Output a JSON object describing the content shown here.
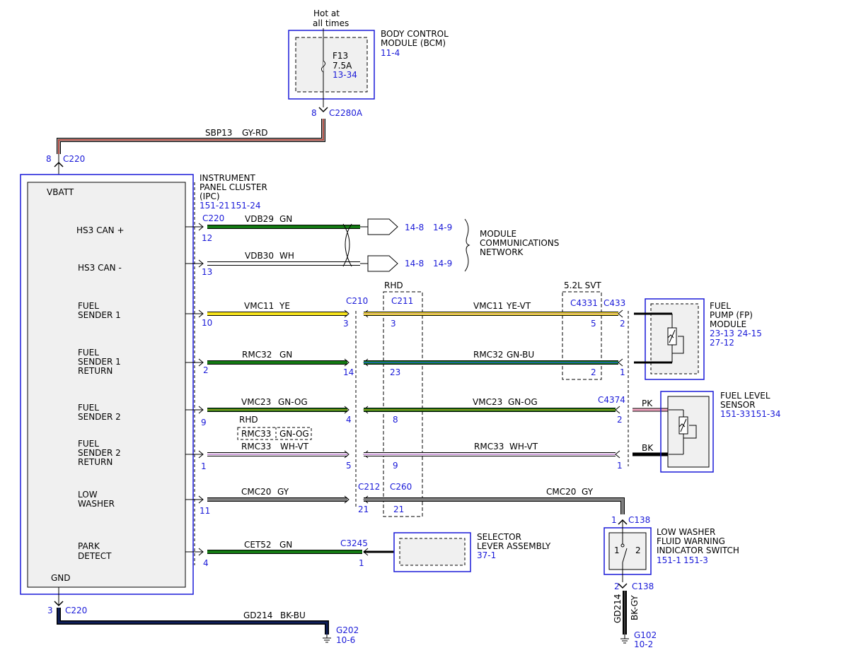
{
  "colors": {
    "link_blue": "#1a1ad8",
    "gn": "#137a13",
    "ye": "#f5e21b",
    "gy": "#808080",
    "bk": "#000000",
    "gy_rd": "#c0392b",
    "pk": "#f7a9c4",
    "bu": "#1e64c8",
    "vt": "#c080d0",
    "og": "#f0a020",
    "wh": "#ffffff",
    "bk_bu": "#0f1f5a"
  },
  "header": {
    "hot_line1": "Hot at",
    "hot_line2": "all times",
    "bcm_line1": "BODY CONTROL",
    "bcm_line2": "MODULE (BCM)",
    "bcm_ref": "11-4",
    "fuse_name": "F13",
    "fuse_rating": "7.5A",
    "fuse_ref": "13-34",
    "bcm_pin": "8",
    "bcm_conn": "C2280A",
    "sbp_circuit": "SBP13",
    "sbp_color": "GY-RD",
    "ipc_pin_in": "8",
    "ipc_conn_in": "C220"
  },
  "ipc": {
    "title1": "INSTRUMENT",
    "title2": "PANEL CLUSTER",
    "title3": "(IPC)",
    "ref1": "151-21",
    "ref2": "151-24",
    "vbatt": "VBATT",
    "gnd": "GND",
    "conn": "C220",
    "gnd_pin": "3",
    "gnd_conn": "C220",
    "pins": {
      "hs3p_label": "HS3 CAN +",
      "hs3m_label": "HS3 CAN -",
      "fs1_l1": "FUEL",
      "fs1_l2": "SENDER 1",
      "fs1r_l1": "FUEL",
      "fs1r_l2": "SENDER 1",
      "fs1r_l3": "RETURN",
      "fs2_l1": "FUEL",
      "fs2_l2": "SENDER 2",
      "fs2r_l1": "FUEL",
      "fs2r_l2": "SENDER 2",
      "fs2r_l3": "RETURN",
      "lw_l1": "LOW",
      "lw_l2": "WASHER",
      "pd_l1": "PARK",
      "pd_l2": "DETECT"
    },
    "pin_nums": {
      "hs3p": "12",
      "hs3m": "13",
      "fs1": "10",
      "fs1r": "2",
      "fs2": "9",
      "fs2r": "1",
      "lw": "11",
      "pd": "4"
    }
  },
  "network": {
    "vdb29": "VDB29",
    "vdb29_color": "GN",
    "vdb30": "VDB30",
    "vdb30_color": "WH",
    "ref_a": "14-8",
    "ref_b": "14-9",
    "ref_c": "14-8",
    "ref_d": "14-9",
    "label1": "MODULE",
    "label2": "COMMUNICATIONS",
    "label3": "NETWORK"
  },
  "wires": {
    "vmc11": "VMC11",
    "vmc11_col": "YE",
    "vmc11b": "VMC11",
    "vmc11b_col": "YE-VT",
    "rmc32": "RMC32",
    "rmc32_col": "GN",
    "rmc32b": "RMC32",
    "rmc32b_col": "GN-BU",
    "vmc23": "VMC23",
    "vmc23_col": "GN-OG",
    "vmc23b": "VMC23",
    "vmc23b_col": "GN-OG",
    "rhd_label": "RHD",
    "rmc33_alt": "RMC33",
    "rmc33_alt_col": "GN-OG",
    "rmc33": "RMC33",
    "rmc33_col": "WH-VT",
    "rmc33b": "RMC33",
    "rmc33b_col": "WH-VT",
    "cmc20": "CMC20",
    "cmc20_col": "GY",
    "cmc20b": "CMC20",
    "cmc20b_col": "GY",
    "cet52": "CET52",
    "cet52_col": "GN",
    "gd214": "GD214",
    "gd214_col": "BK-BU",
    "gd214b": "GD214",
    "gd214b_col": "BK-GY",
    "pk": "PK",
    "bk": "BK"
  },
  "connectors": {
    "c210": "C210",
    "c210_pin_fs1": "3",
    "c210_pin_fs1r": "14",
    "c210_pin_fs2": "4",
    "c210_pin_fs2r": "5",
    "rhd": "RHD",
    "c211": "C211",
    "c211_pin_fs1": "3",
    "c211_pin_fs1r": "23",
    "c211_pin_fs2": "8",
    "c211_pin_fs2r": "9",
    "c212": "C212",
    "c212_pin": "21",
    "c260": "C260",
    "c260_pin": "21",
    "svt": "5.2L SVT",
    "c4331": "C4331",
    "c4331_pin_a": "5",
    "c4331_pin_b": "2",
    "c433": "C433",
    "c433_pin_a": "2",
    "c433_pin_b": "1",
    "c4374": "C4374",
    "c4374_pin_a": "2",
    "c4374_pin_b": "1",
    "c3245": "C3245",
    "c3245_pin": "1",
    "c138_top_pin": "1",
    "c138_top": "C138",
    "c138_bot_pin": "2",
    "c138_bot": "C138"
  },
  "components": {
    "fp_l1": "FUEL",
    "fp_l2": "PUMP (FP)",
    "fp_l3": "MODULE",
    "fp_ref1": "23-13",
    "fp_ref2": "24-15",
    "fp_ref3": "27-12",
    "fls_l1": "FUEL LEVEL",
    "fls_l2": "SENSOR",
    "fls_ref1": "151-33",
    "fls_ref2": "151-34",
    "sel_l1": "SELECTOR",
    "sel_l2": "LEVER ASSEMBLY",
    "sel_ref": "37-1",
    "lw_l1": "LOW WASHER",
    "lw_l2": "FLUID WARNING",
    "lw_l3": "INDICATOR SWITCH",
    "lw_ref1": "151-1",
    "lw_ref2": "151-3",
    "sw_pin1": "1",
    "sw_pin2": "2",
    "g202": "G202",
    "g202_ref": "10-6",
    "g102": "G102",
    "g102_ref": "10-2"
  }
}
